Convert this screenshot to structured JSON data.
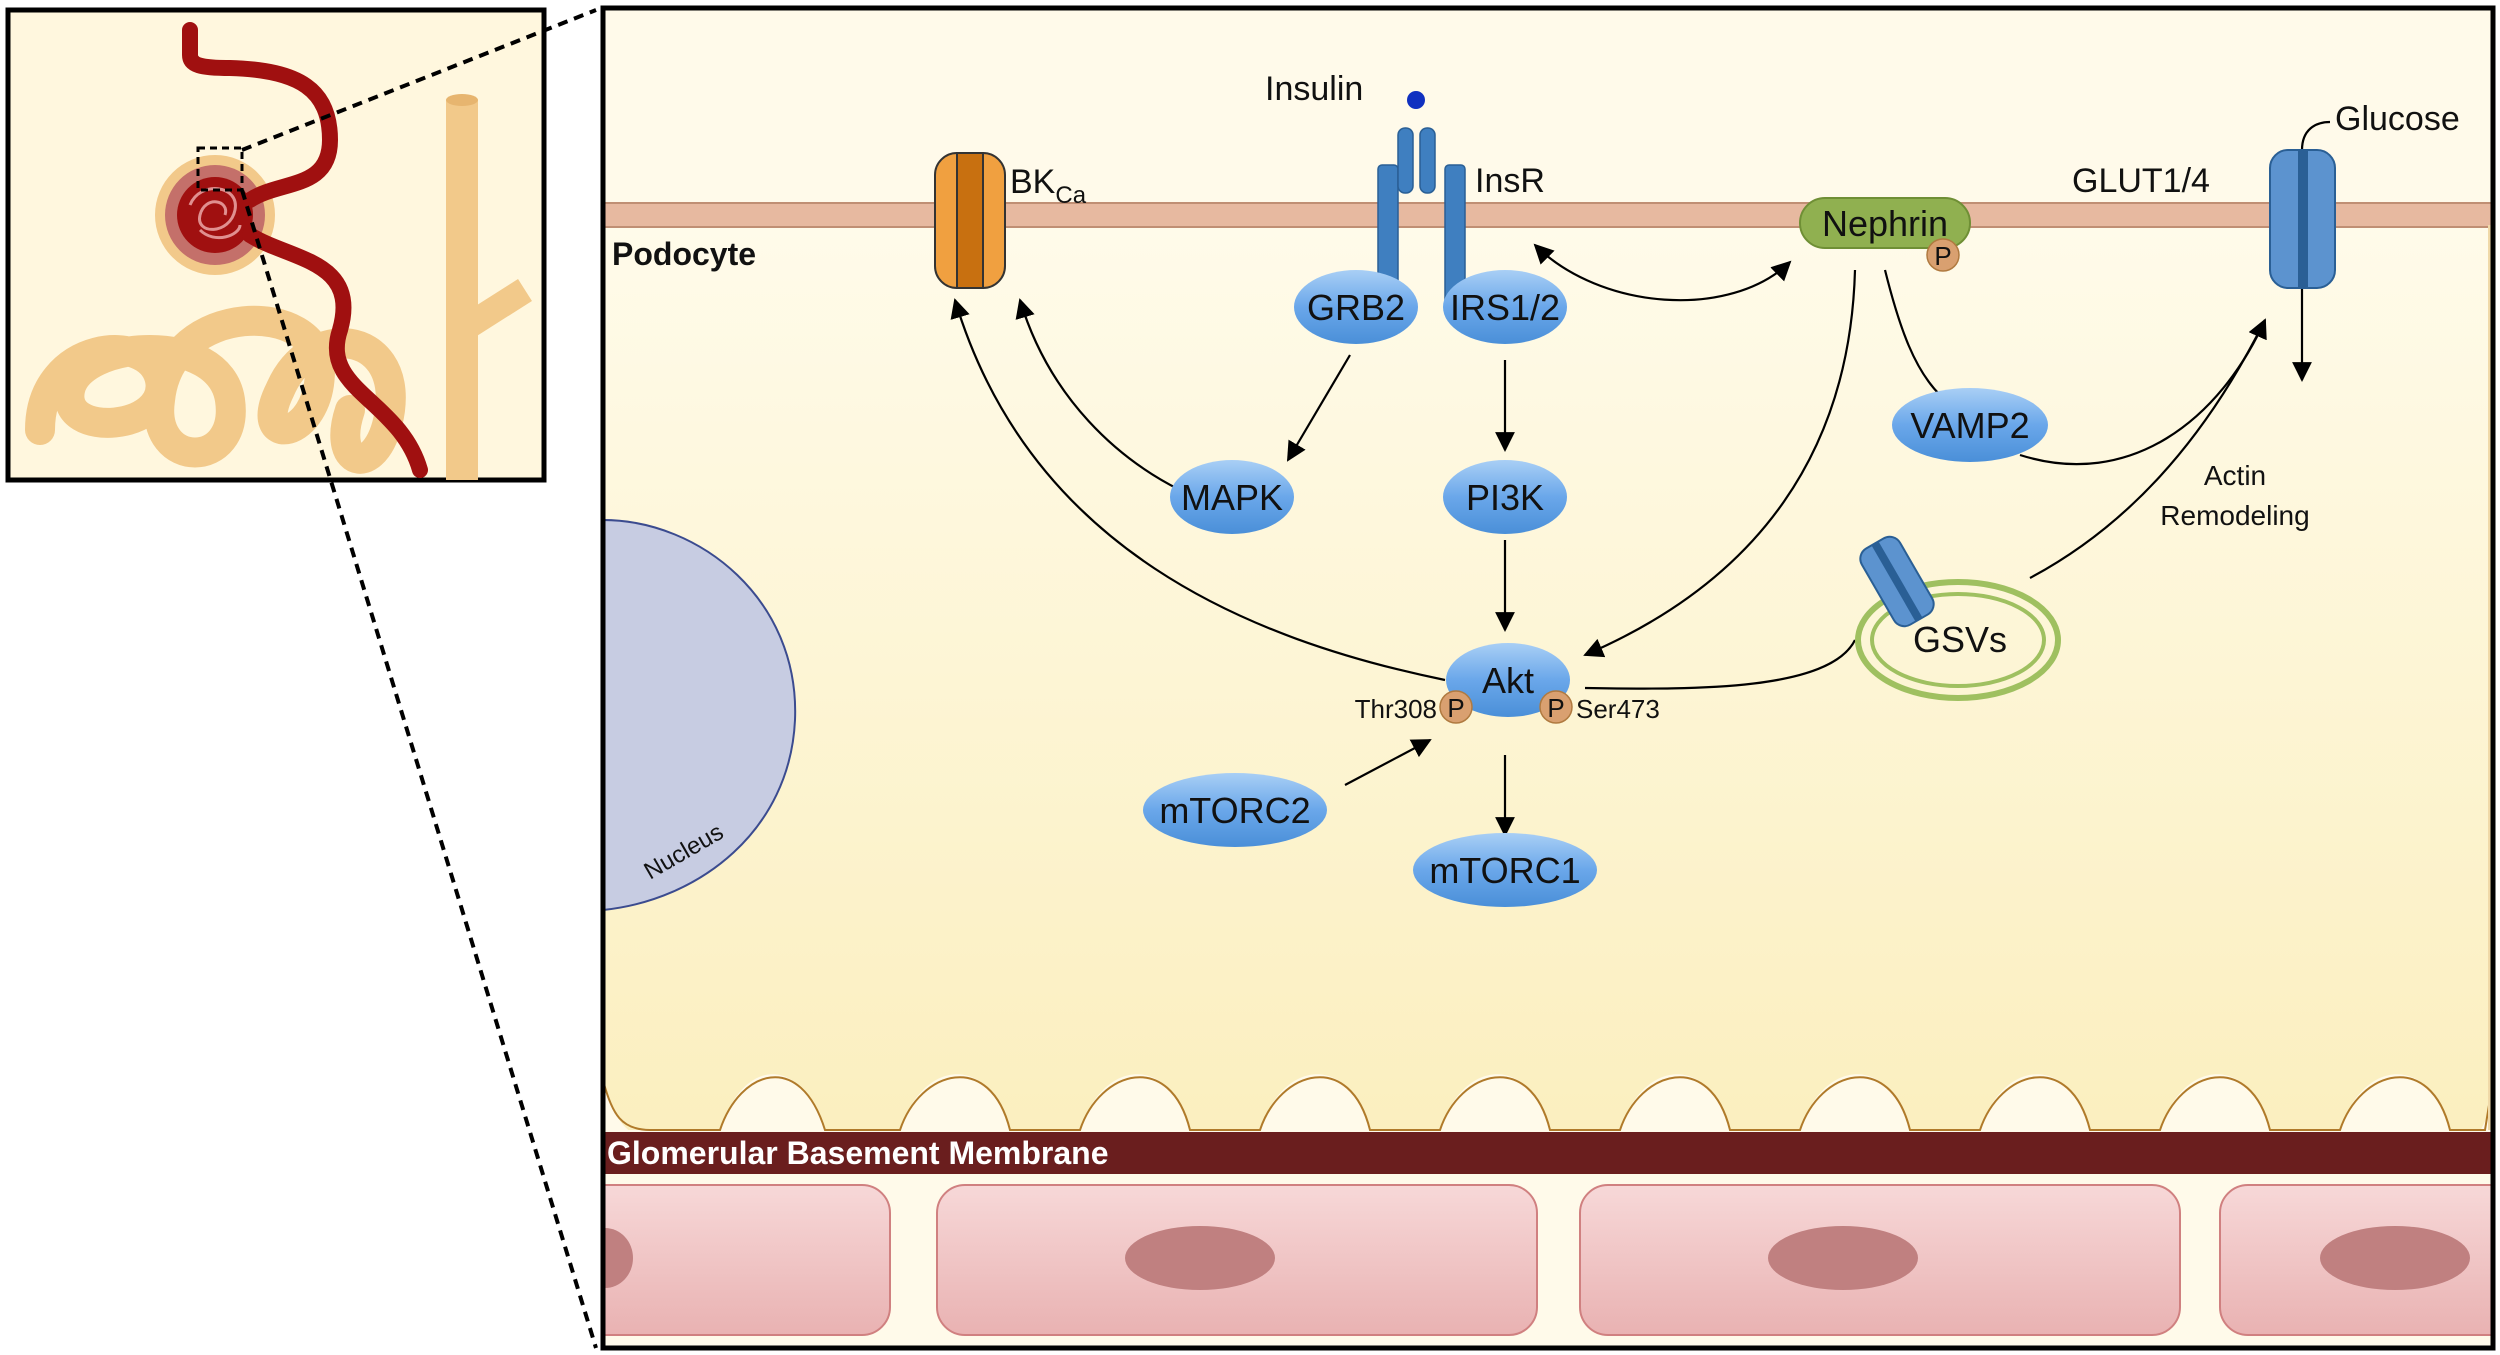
{
  "labels": {
    "podocyte": "Podocyte",
    "nucleus": "Nucleus",
    "gbm": "Glomerular Basement Membrane",
    "insulin": "Insulin",
    "insr": "InsR",
    "bk_main": "BK",
    "bk_sub": "Ca",
    "glucose": "Glucose",
    "glut": "GLUT1/4",
    "actin_line1": "Actin",
    "actin_line2": "Remodeling",
    "thr308": "Thr308",
    "ser473": "Ser473",
    "phospho": "P"
  },
  "nodes": {
    "grb2": "GRB2",
    "irs": "IRS1/2",
    "mapk": "MAPK",
    "pi3k": "PI3K",
    "akt": "Akt",
    "mtorc2": "mTORC2",
    "mtorc1": "mTORC1",
    "nephrin": "Nephrin",
    "vamp2": "VAMP2",
    "gsvs": "GSVs"
  },
  "colors": {
    "node_blue": "#6aa7ea",
    "receptor_blue": "#3f7fc0",
    "channel_orange": "#f0a040",
    "nephrin_green": "#90b050",
    "phospho_tan": "#d9a070",
    "membrane": "#e7b9a0",
    "cytoplasm": "#fdf5d8",
    "nucleus": "#c7cce2",
    "gbm": "#6a1e1e",
    "capillary": "#f0c8c8",
    "vessel_red": "#a01010",
    "tubule_tan": "#f2c98a"
  }
}
